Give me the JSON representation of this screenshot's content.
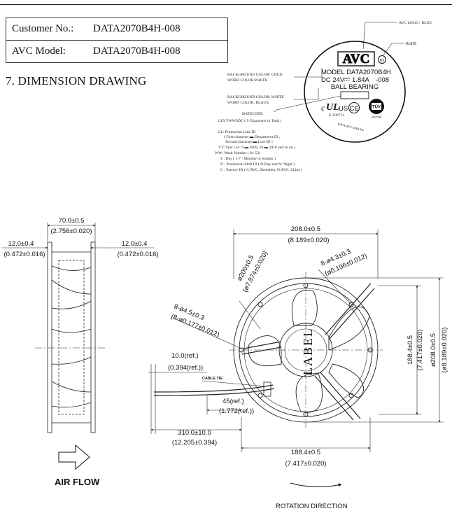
{
  "header": {
    "customer_label": "Customer No.:",
    "customer_value": "DATA2070B4H-008",
    "model_label": "AVC Model:",
    "model_value": "DATA2070B4H-008",
    "section_title": "7. DIMENSION DRAWING"
  },
  "label_sticker": {
    "logo": "AVC",
    "model_line": "MODEL  DATA2070B4H",
    "rating_line_1": "DC 24V",
    "rating_line_2": "1.84A",
    "rating_line_3": "-008",
    "bearing_line": "BALL  BEARING",
    "website": "www.avc.com.tw",
    "ul_text": "US",
    "ul_number": "E-109751",
    "ce_text": "CE",
    "tuv_number": "20798"
  },
  "callouts": {
    "logo_color": "AVC LOGO / BLUE",
    "rohs": "RoHS",
    "bg_gold_1": "BACKGROUND COLOR: GOLD",
    "bg_gold_2": "WORD COLOR:WHITE",
    "bg_white_1": "BACKGROUND COLOR: WHITE",
    "bg_white_2": "WORD COLOR: BLACK",
    "datecode_title": "DATECODE",
    "datecode_format": "LLYYWWSDC ( 9 Characters in Total )"
  },
  "legend": [
    "LL: Production Line ID",
    "( First character ▬ Department ID ,",
    "Second character ▬ Line ID )",
    "YY: Year ( ex. 9 ▬ 2009, 10 ▬ 2010 and so on )",
    "WW: Week Number  ( 01-53)",
    "S : Day ( 1-7 : Monday to Sunday )",
    "D : Production Shift ID ( D:Day and N: Night )",
    "C : Factory ID ( C:AVC, Shenzhen, N:AVC, China )"
  ],
  "dimensions": {
    "depth_mm": "70.0±0.5",
    "depth_in": "(2.756±0.020)",
    "flange_left_mm": "12.0±0.4",
    "flange_left_in": "(0.472±0.016)",
    "flange_right_mm": "12.0±0.4",
    "flange_right_in": "(0.472±0.016)",
    "width_mm": "208.0±0.5",
    "width_in": "(8.189±0.020)",
    "hole_small_mm": "8-ø4.3±0.3",
    "hole_small_in": "(ø0.196±0.012)",
    "dia_mm": "ø200±0.5",
    "dia_in": "(ø7.874±0.020)",
    "hole_big_mm": "8-ø4.5±0.3",
    "hole_big_in": "(8-ø0.177±0.012)",
    "ref10_mm": "10.0(ref.)",
    "ref10_in": "(0.394(ref.))",
    "cable_tie": "CABLE TIE",
    "ref45_mm": "45(ref.)",
    "ref45_in": "(1.772(ref.))",
    "cable_mm": "310.0±10.0",
    "cable_in": "(12.205±0.394)",
    "bottom_mm": "188.4±0.5",
    "bottom_in": "(7.417±0.020)",
    "vert_inner_mm": "188.4±0.5",
    "vert_inner_in": "(7.417±0.020)",
    "vert_outer_mm": "ø208.0±0.5",
    "vert_outer_in": "(ø8.189±0.020)",
    "label": "LABEL",
    "air_flow": "AIR  FLOW",
    "rotation": "ROTATION  DIRECTION"
  }
}
